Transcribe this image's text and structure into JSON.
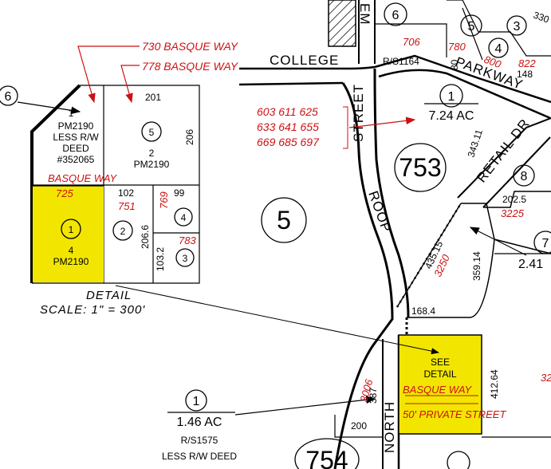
{
  "roads": {
    "college": "COLLEGE",
    "parkway": "PARKWAY",
    "street": "STREET",
    "roop": "ROOP",
    "north": "NORTH",
    "retail_dr": "RETAIL DR",
    "em": "EM",
    "rs_1164": "R/S1164"
  },
  "red_labels": {
    "basque_730": "730 BASQUE WAY",
    "basque_778": "778 BASQUE WAY",
    "addr_row1": "603  611  625",
    "addr_row2": "633  641  655",
    "addr_row3": "669  685  697",
    "basque_way": "BASQUE WAY",
    "a725": "725",
    "a751": "751",
    "a769": "769",
    "a783": "783",
    "a706": "706",
    "a780": "780",
    "a800": "800",
    "a822": "822",
    "a3225": "3225",
    "a3250": "3250",
    "a3006": "3006",
    "basque_way_2": "BASQUE WAY",
    "private_street": "50' PRIVATE STREET",
    "partial_32": "32"
  },
  "detail": {
    "title": "DETAIL",
    "scale": "SCALE: 1\" = 300'",
    "parcel1_num": "1",
    "parcel1_pm": "PM2190",
    "parcel1_less": "LESS R/W",
    "parcel1_deed": "DEED",
    "parcel1_deedno": "#352065",
    "dim_201": "201",
    "parcel5": "5",
    "parcel5_sub": "2",
    "parcel5_pm": "PM2190",
    "dim_206": "206",
    "parcel_yellow": "1",
    "parcel_yellow_sub": "4",
    "parcel_yellow_pm": "PM2190",
    "dim_102": "102",
    "parcel2": "2",
    "dim_206_6": "206.6",
    "dim_99": "99",
    "parcel4": "4",
    "dim_103_2": "103.2",
    "parcel3": "3",
    "callout6": "6"
  },
  "map": {
    "parcel_6": "6",
    "parcel_5_top": "5",
    "parcel_4_top": "4",
    "parcel_3_top": "3",
    "parcel_330": "330",
    "dim_148": "148",
    "dim_80": "80",
    "parcel_1_main": "1",
    "acres_main": "7.24 AC",
    "block_753": "753",
    "parcel_5_big": "5",
    "dim_343": "343.11",
    "parcel_8": "8",
    "dim_202": "202.5",
    "parcel_7": "7",
    "acres_241": "2.41",
    "dim_435": "435.15",
    "dim_359": "359.14",
    "dim_168": "168.4",
    "see_detail_1": "SEE",
    "see_detail_2": "DETAIL",
    "dim_412": "412.64",
    "dim_387": "387",
    "dim_200": "200",
    "parcel_1_low": "1",
    "acres_low": "1.46 AC",
    "rs_1575": "R/S1575",
    "less_rw_deed": "LESS R/W DEED",
    "block_754": "754"
  },
  "colors": {
    "yellow_parcel": "#f2e600",
    "red_annotation": "#cc1111"
  }
}
